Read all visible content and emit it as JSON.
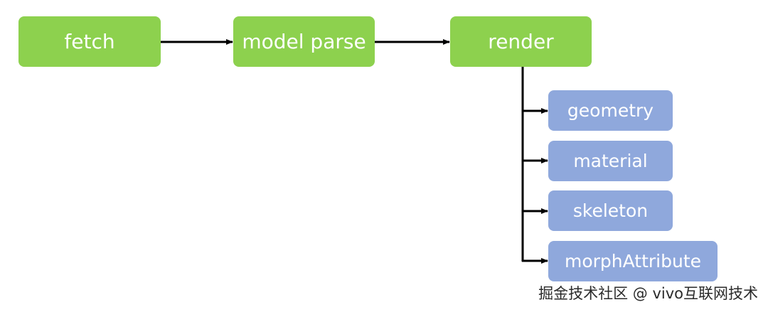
{
  "colors": {
    "primary_node": "#8dd14e",
    "secondary_node": "#8fa8dc",
    "connector": "#000000"
  },
  "nodes": {
    "fetch": "fetch",
    "model_parse": "model parse",
    "render": "render",
    "geometry": "geometry",
    "material": "material",
    "skeleton": "skeleton",
    "morph_attribute": "morphAttribute"
  },
  "watermark": "掘金技术社区 @ vivo互联网技术"
}
